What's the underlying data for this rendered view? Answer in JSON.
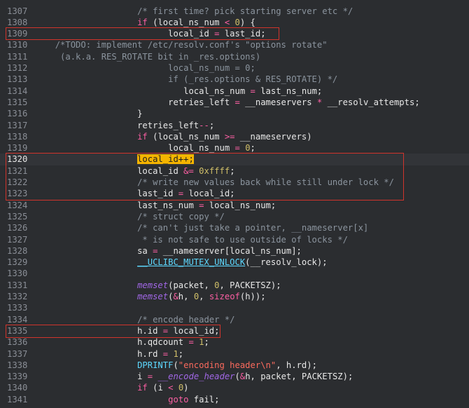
{
  "lines": [
    {
      "num": "1307",
      "indent": "                  ",
      "tokens": [
        {
          "t": "/* first time? pick starting server etc */",
          "c": "cm"
        }
      ]
    },
    {
      "num": "1308",
      "indent": "                  ",
      "tokens": [
        {
          "t": "if",
          "c": "kw"
        },
        {
          "t": " (local_ns_num ",
          "c": "plain"
        },
        {
          "t": "<",
          "c": "op"
        },
        {
          "t": " ",
          "c": "plain"
        },
        {
          "t": "0",
          "c": "num"
        },
        {
          "t": ") {",
          "c": "plain"
        }
      ]
    },
    {
      "num": "1309",
      "indent": "                        ",
      "tokens": [
        {
          "t": "local_id ",
          "c": "plain"
        },
        {
          "t": "=",
          "c": "op"
        },
        {
          "t": " last_id;",
          "c": "plain"
        }
      ]
    },
    {
      "num": "1310",
      "indent": "  ",
      "tokens": [
        {
          "t": "/*TODO: implement /etc/resolv.conf's \"options rotate\"",
          "c": "cm"
        }
      ]
    },
    {
      "num": "1311",
      "indent": "   ",
      "tokens": [
        {
          "t": "(a.k.a. RES_ROTATE bit in _res.options)",
          "c": "cm"
        }
      ]
    },
    {
      "num": "1312",
      "indent": "                        ",
      "tokens": [
        {
          "t": "local_ns_num = 0;",
          "c": "cm"
        }
      ]
    },
    {
      "num": "1313",
      "indent": "                        ",
      "tokens": [
        {
          "t": "if (_res.options & RES_ROTATE) */",
          "c": "cm"
        }
      ]
    },
    {
      "num": "1314",
      "indent": "                           ",
      "tokens": [
        {
          "t": "local_ns_num ",
          "c": "plain"
        },
        {
          "t": "=",
          "c": "op"
        },
        {
          "t": " last_ns_num;",
          "c": "plain"
        }
      ]
    },
    {
      "num": "1315",
      "indent": "                        ",
      "tokens": [
        {
          "t": "retries_left ",
          "c": "plain"
        },
        {
          "t": "=",
          "c": "op"
        },
        {
          "t": " __nameservers ",
          "c": "plain"
        },
        {
          "t": "*",
          "c": "op"
        },
        {
          "t": " __resolv_attempts;",
          "c": "plain"
        }
      ]
    },
    {
      "num": "1316",
      "indent": "                  ",
      "tokens": [
        {
          "t": "}",
          "c": "plain"
        }
      ]
    },
    {
      "num": "1317",
      "indent": "                  ",
      "tokens": [
        {
          "t": "retries_left",
          "c": "plain"
        },
        {
          "t": "--",
          "c": "op"
        },
        {
          "t": ";",
          "c": "plain"
        }
      ]
    },
    {
      "num": "1318",
      "indent": "                  ",
      "tokens": [
        {
          "t": "if",
          "c": "kw"
        },
        {
          "t": " (local_ns_num ",
          "c": "plain"
        },
        {
          "t": ">=",
          "c": "op"
        },
        {
          "t": " __nameservers)",
          "c": "plain"
        }
      ]
    },
    {
      "num": "1319",
      "indent": "                        ",
      "tokens": [
        {
          "t": "local_ns_num ",
          "c": "plain"
        },
        {
          "t": "=",
          "c": "op"
        },
        {
          "t": " ",
          "c": "plain"
        },
        {
          "t": "0",
          "c": "num"
        },
        {
          "t": ";",
          "c": "plain"
        }
      ]
    },
    {
      "num": "1320",
      "indent": "                  ",
      "current": true,
      "tokens": [
        {
          "t": "local_id++;",
          "c": "hl"
        }
      ]
    },
    {
      "num": "1321",
      "indent": "                  ",
      "tokens": [
        {
          "t": "local_id ",
          "c": "plain"
        },
        {
          "t": "&=",
          "c": "op"
        },
        {
          "t": " ",
          "c": "plain"
        },
        {
          "t": "0xffff",
          "c": "num"
        },
        {
          "t": ";",
          "c": "plain"
        }
      ]
    },
    {
      "num": "1322",
      "indent": "                  ",
      "tokens": [
        {
          "t": "/* write new values back while still under lock */",
          "c": "cm"
        }
      ]
    },
    {
      "num": "1323",
      "indent": "                  ",
      "tokens": [
        {
          "t": "last_id ",
          "c": "plain"
        },
        {
          "t": "=",
          "c": "op"
        },
        {
          "t": " local_id;",
          "c": "plain"
        }
      ]
    },
    {
      "num": "1324",
      "indent": "                  ",
      "tokens": [
        {
          "t": "last_ns_num ",
          "c": "plain"
        },
        {
          "t": "=",
          "c": "op"
        },
        {
          "t": " local_ns_num;",
          "c": "plain"
        }
      ]
    },
    {
      "num": "1325",
      "indent": "                  ",
      "tokens": [
        {
          "t": "/* struct copy */",
          "c": "cm"
        }
      ]
    },
    {
      "num": "1326",
      "indent": "                  ",
      "tokens": [
        {
          "t": "/* can't just take a pointer, __nameserver[x]",
          "c": "cm"
        }
      ]
    },
    {
      "num": "1327",
      "indent": "                  ",
      "tokens": [
        {
          "t": " * is not safe to use outside of locks */",
          "c": "cm"
        }
      ]
    },
    {
      "num": "1328",
      "indent": "                  ",
      "tokens": [
        {
          "t": "sa ",
          "c": "plain"
        },
        {
          "t": "=",
          "c": "op"
        },
        {
          "t": " __nameserver[local_ns_num];",
          "c": "plain"
        }
      ]
    },
    {
      "num": "1329",
      "indent": "                  ",
      "tokens": [
        {
          "t": "__UCLIBC_MUTEX_UNLOCK",
          "c": "mac"
        },
        {
          "t": "(__resolv_lock);",
          "c": "plain"
        }
      ]
    },
    {
      "num": "1330",
      "indent": "",
      "tokens": []
    },
    {
      "num": "1331",
      "indent": "                  ",
      "tokens": [
        {
          "t": "memset",
          "c": "fn"
        },
        {
          "t": "(packet, ",
          "c": "plain"
        },
        {
          "t": "0",
          "c": "num"
        },
        {
          "t": ", PACKETSZ);",
          "c": "plain"
        }
      ]
    },
    {
      "num": "1332",
      "indent": "                  ",
      "tokens": [
        {
          "t": "memset",
          "c": "fn"
        },
        {
          "t": "(",
          "c": "plain"
        },
        {
          "t": "&",
          "c": "op"
        },
        {
          "t": "h, ",
          "c": "plain"
        },
        {
          "t": "0",
          "c": "num"
        },
        {
          "t": ", ",
          "c": "plain"
        },
        {
          "t": "sizeof",
          "c": "kw"
        },
        {
          "t": "(h));",
          "c": "plain"
        }
      ]
    },
    {
      "num": "1333",
      "indent": "",
      "tokens": []
    },
    {
      "num": "1334",
      "indent": "                  ",
      "tokens": [
        {
          "t": "/* encode header */",
          "c": "cm"
        }
      ]
    },
    {
      "num": "1335",
      "indent": "                  ",
      "tokens": [
        {
          "t": "h.id ",
          "c": "plain"
        },
        {
          "t": "=",
          "c": "op"
        },
        {
          "t": " local_id;",
          "c": "plain"
        }
      ]
    },
    {
      "num": "1336",
      "indent": "                  ",
      "tokens": [
        {
          "t": "h.qdcount ",
          "c": "plain"
        },
        {
          "t": "=",
          "c": "op"
        },
        {
          "t": " ",
          "c": "plain"
        },
        {
          "t": "1",
          "c": "num"
        },
        {
          "t": ";",
          "c": "plain"
        }
      ]
    },
    {
      "num": "1337",
      "indent": "                  ",
      "tokens": [
        {
          "t": "h.rd ",
          "c": "plain"
        },
        {
          "t": "=",
          "c": "op"
        },
        {
          "t": " ",
          "c": "plain"
        },
        {
          "t": "1",
          "c": "num"
        },
        {
          "t": ";",
          "c": "plain"
        }
      ]
    },
    {
      "num": "1338",
      "indent": "                  ",
      "tokens": [
        {
          "t": "DPRINTF",
          "c": "mac2"
        },
        {
          "t": "(",
          "c": "plain"
        },
        {
          "t": "\"encoding header\\n\"",
          "c": "str"
        },
        {
          "t": ", h.rd);",
          "c": "plain"
        }
      ]
    },
    {
      "num": "1339",
      "indent": "                  ",
      "tokens": [
        {
          "t": "i ",
          "c": "plain"
        },
        {
          "t": "=",
          "c": "op"
        },
        {
          "t": " ",
          "c": "plain"
        },
        {
          "t": "__encode_header",
          "c": "fn2"
        },
        {
          "t": "(",
          "c": "plain"
        },
        {
          "t": "&",
          "c": "op"
        },
        {
          "t": "h, packet, PACKETSZ);",
          "c": "plain"
        }
      ]
    },
    {
      "num": "1340",
      "indent": "                  ",
      "tokens": [
        {
          "t": "if",
          "c": "kw"
        },
        {
          "t": " (i ",
          "c": "plain"
        },
        {
          "t": "<",
          "c": "op"
        },
        {
          "t": " ",
          "c": "plain"
        },
        {
          "t": "0",
          "c": "num"
        },
        {
          "t": ")",
          "c": "plain"
        }
      ]
    },
    {
      "num": "1341",
      "indent": "                        ",
      "tokens": [
        {
          "t": "goto",
          "c": "kw"
        },
        {
          "t": " fail;",
          "c": "plain"
        }
      ]
    }
  ],
  "colors": {
    "background": "#2b2d30",
    "highlight": "#f5b400",
    "box": "#d0342c"
  }
}
